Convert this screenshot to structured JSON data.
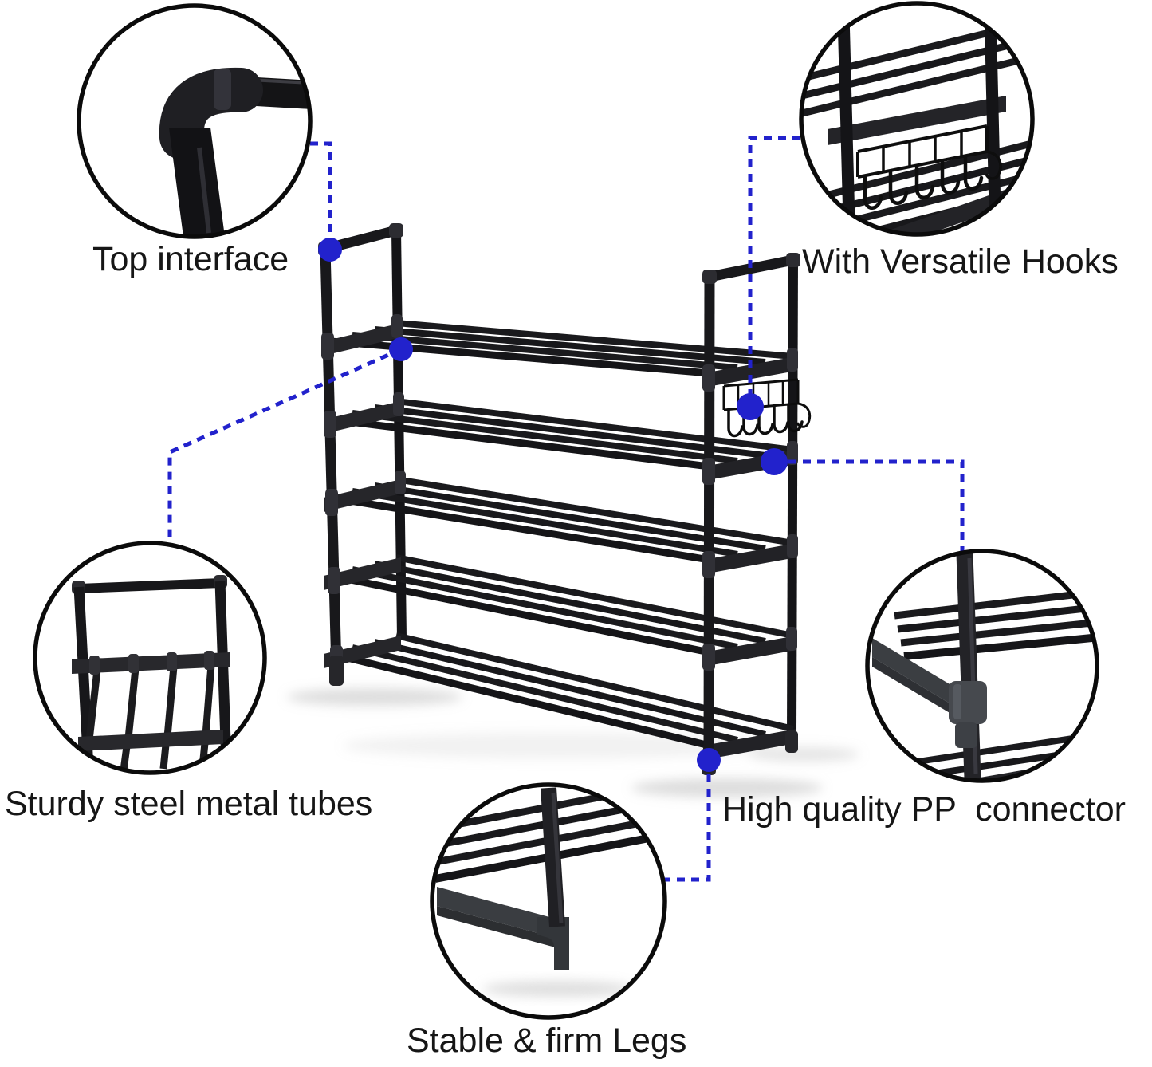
{
  "figure": {
    "description": "Annotated product diagram of a 5-tier black metal shoe rack with five magnified detail callouts",
    "colors": {
      "background": "#ffffff",
      "annotation_blue": "#2222cc",
      "circle_outline": "#0b0b0b",
      "tube_black": "#1a1a1d",
      "connector_gray": "#3b3e42",
      "caption_text": "#161616"
    }
  },
  "callouts": [
    {
      "id": "top-interface",
      "label": "Top interface"
    },
    {
      "id": "versatile-hooks",
      "label": "With Versatile Hooks"
    },
    {
      "id": "steel-tubes",
      "label": "Sturdy steel metal tubes"
    },
    {
      "id": "firm-legs",
      "label": "Stable & firm Legs"
    },
    {
      "id": "pp-connector",
      "label": "High quality PP  connector"
    }
  ]
}
